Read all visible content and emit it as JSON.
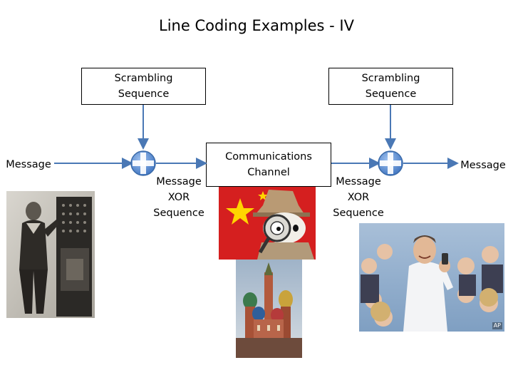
{
  "title": "Line Coding Examples - IV",
  "left_scrambler": {
    "line1": "Scrambling",
    "line2": "Sequence"
  },
  "right_scrambler": {
    "line1": "Scrambling",
    "line2": "Sequence"
  },
  "channel": {
    "line1": "Communications",
    "line2": "Channel"
  },
  "left_message": "Message",
  "right_message": "Message",
  "left_xor": {
    "line1": "Message",
    "line2": "XOR",
    "line3": "Sequence"
  },
  "right_xor": {
    "line1": "Message",
    "line2": "XOR",
    "line3": "Sequence"
  },
  "photo_credit": "AP",
  "colors": {
    "arrow": "#4a78b5",
    "xor_fill": "#5b8fd6",
    "xor_edge": "#3a6aa8"
  }
}
